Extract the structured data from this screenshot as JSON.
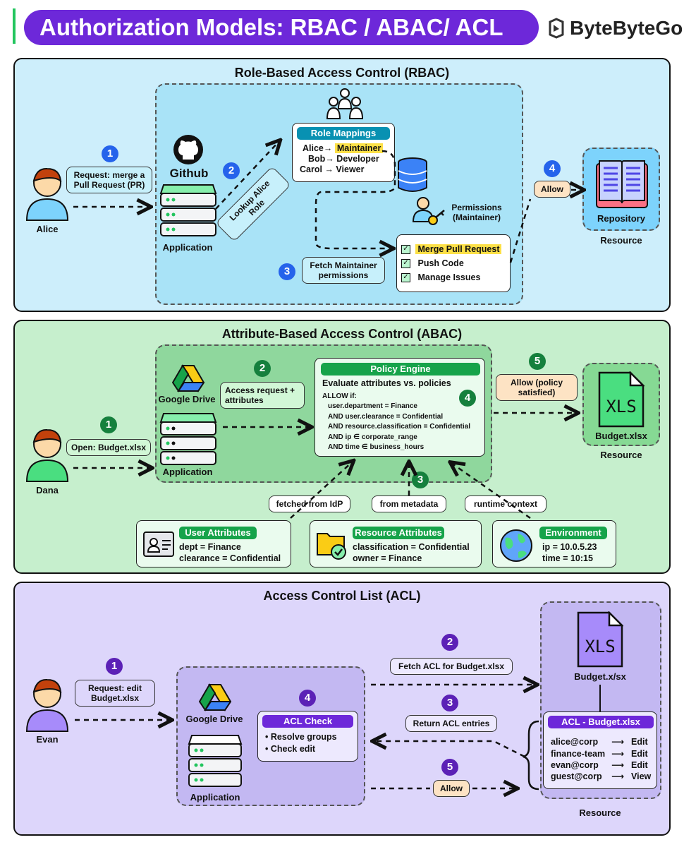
{
  "title": "Authorization Models: RBAC / ABAC/ ACL",
  "brand": "ByteByteGo",
  "rbac": {
    "title": "Role-Based Access Control (RBAC)",
    "user": "Alice",
    "request": "Request: merge a Pull Request (PR)",
    "app_name": "Github",
    "app_label": "Application",
    "lookup": "Lookup Alice Role",
    "role_mappings_title": "Role Mappings",
    "mappings": [
      {
        "name": "Alice",
        "arrow": "→",
        "role": "Maintainer"
      },
      {
        "name": "Bob",
        "arrow": "→",
        "role": "Developer"
      },
      {
        "name": "Carol",
        "arrow": "→",
        "role": "Viewer"
      }
    ],
    "permissions_label": "Permissions (Maintainer)",
    "fetch": "Fetch Maintainer permissions",
    "permissions": [
      "Merge Pull Request",
      "Push Code",
      "Manage Issues"
    ],
    "allow": "Allow",
    "resource_name": "Repository",
    "resource_label": "Resource",
    "steps": [
      "1",
      "2",
      "3",
      "4"
    ]
  },
  "abac": {
    "title": "Attribute-Based Access Control (ABAC)",
    "user": "Dana",
    "request": "Open: Budget.xlsx",
    "app_name": "Google Drive",
    "app_label": "Application",
    "access_request": "Access request + attributes",
    "engine_title": "Policy Engine",
    "engine_subtitle": "Evaluate attributes vs. policies",
    "policy_lines": [
      "ALLOW if:",
      "user.department = Finance",
      "AND user.clearance = Confidential",
      "AND resource.classification = Confidential",
      "AND ip ∈ corporate_range",
      "AND time ∈ business_hours"
    ],
    "allow": "Allow (policy satisfied)",
    "file_icon_text": "XLS",
    "resource_name": "Budget.xlsx",
    "resource_label": "Resource",
    "sources": [
      "fetched from IdP",
      "from metadata",
      "runtime context"
    ],
    "user_attrs_title": "User Attributes",
    "user_attrs": [
      "dept = Finance",
      "clearance = Confidential"
    ],
    "resource_attrs_title": "Resource Attributes",
    "resource_attrs": [
      "classification = Confidential",
      "owner = Finance"
    ],
    "env_title": "Environment",
    "env_attrs": [
      "ip = 10.0.5.23",
      "time = 10:15"
    ],
    "steps": [
      "1",
      "2",
      "3",
      "4",
      "5"
    ]
  },
  "acl": {
    "title": "Access Control List (ACL)",
    "user": "Evan",
    "request": "Request: edit Budget.xlsx",
    "app_name": "Google Drive",
    "app_label": "Application",
    "check_title": "ACL Check",
    "check_items": [
      "Resolve groups",
      "Check edit"
    ],
    "fetch": "Fetch ACL for Budget.xlsx",
    "return": "Return ACL entries",
    "allow": "Allow",
    "file_icon_text": "XLS",
    "file_name": "Budget.x/sx",
    "list_title": "ACL - Budget.xlsx",
    "entries": [
      {
        "user": "alice@corp",
        "arrow": "⟶",
        "perm": "Edit"
      },
      {
        "user": "finance-team",
        "arrow": "⟶",
        "perm": "Edit"
      },
      {
        "user": "evan@corp",
        "arrow": "⟶",
        "perm": "Edit"
      },
      {
        "user": "guest@corp",
        "arrow": "⟶",
        "perm": "View"
      }
    ],
    "resource_label": "Resource",
    "steps": [
      "1",
      "2",
      "3",
      "4",
      "5"
    ]
  },
  "colors": {
    "rbac_bg": "#cdeefb",
    "rbac_inner": "#a9e3f7",
    "rbac_accent": "#0891b2",
    "abac_bg": "#c6efcd",
    "abac_inner": "#8fd79d",
    "abac_accent": "#16a34a",
    "acl_bg": "#ddd6fb",
    "acl_inner": "#c3b8f2",
    "acl_accent": "#6d28d9",
    "title_pill": "#6d28d9",
    "highlight": "#fde047",
    "allow_bg": "#fde3c4"
  }
}
